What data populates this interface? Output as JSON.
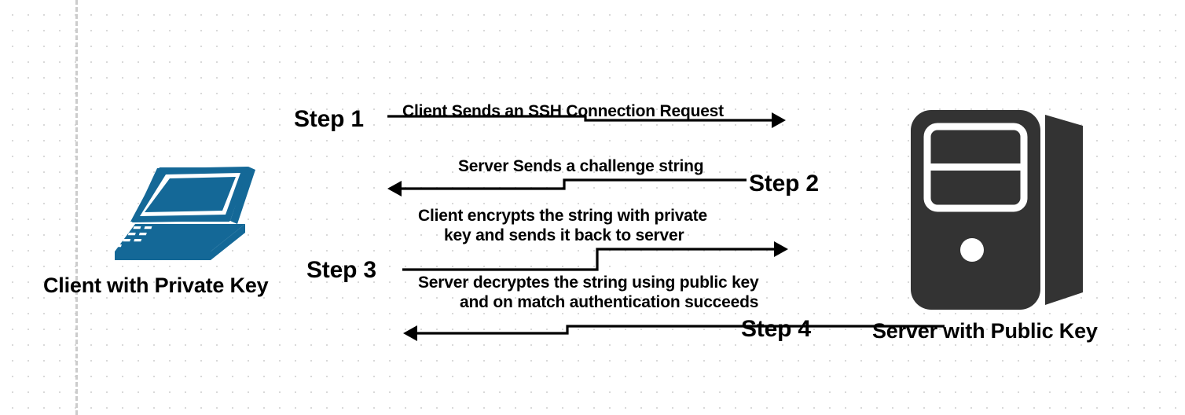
{
  "diagram": {
    "title": "SSH public key authentication flow",
    "background": {
      "grid_dot_color": "#d9d9d9",
      "guide_line_color": "#cccccc",
      "canvas_color": "#ffffff"
    },
    "colors": {
      "client_blue": "#146897",
      "server_dark": "#333333",
      "stroke": "#000000"
    }
  },
  "nodes": {
    "client": {
      "label": "Client with Private Key",
      "icon": "laptop-icon"
    },
    "server": {
      "label": "Server with Public Key",
      "icon": "server-tower-icon"
    }
  },
  "steps": [
    {
      "id": "step1",
      "label": "Step 1",
      "direction": "client-to-server",
      "message_lines": [
        "Client Sends an SSH Connection Request"
      ]
    },
    {
      "id": "step2",
      "label": "Step 2",
      "direction": "server-to-client",
      "message_lines": [
        "Server Sends a challenge string"
      ]
    },
    {
      "id": "step3",
      "label": "Step 3",
      "direction": "client-to-server",
      "message_lines": [
        "Client encrypts the string with private",
        "key and sends it back to server"
      ]
    },
    {
      "id": "step4",
      "label": "Step 4",
      "direction": "server-to-client",
      "message_lines": [
        "Server decryptes the string using public key",
        "and on match authentication succeeds"
      ]
    }
  ]
}
